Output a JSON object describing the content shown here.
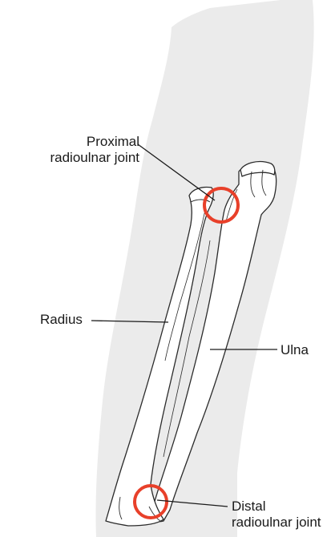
{
  "labels": {
    "proximal_line1": "Proximal",
    "proximal_line2": "radioulnar joint",
    "radius": "Radius",
    "ulna": "Ulna",
    "distal_line1": "Distal",
    "distal_line2": "radioulnar joint"
  },
  "colors": {
    "silhouette": "#ebebeb",
    "bone_fill": "#ffffff",
    "bone_outline": "#2b2b2b",
    "highlight_circle": "#e8402a",
    "leader_line": "#1a1a1a"
  }
}
